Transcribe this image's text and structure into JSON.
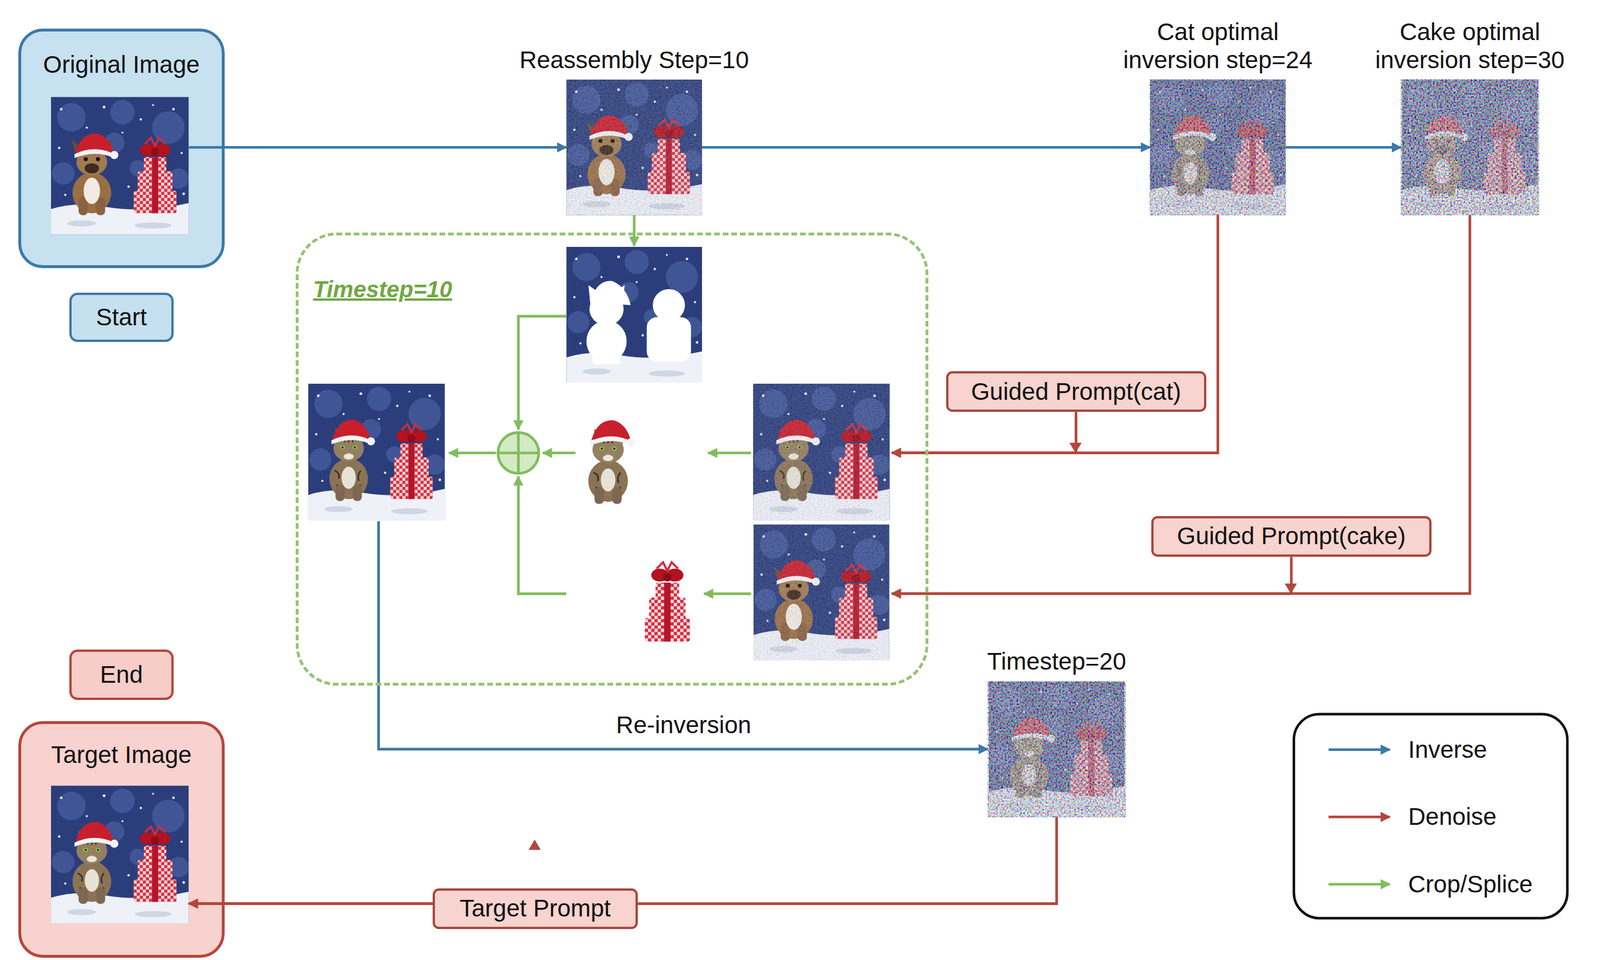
{
  "diagram": {
    "nodes": [
      {
        "text": [
          "Original Image"
        ]
      },
      {
        "text": [
          "Start"
        ]
      },
      {
        "text": [
          "Reassembly Step=10"
        ]
      },
      {
        "text": [
          "Cat optimal inversion step=24"
        ]
      },
      {
        "text": [
          "Cake optimal inversion step=30"
        ]
      },
      {
        "text": [
          "Timestep=10"
        ]
      },
      {
        "text": [
          "Guided Prompt(cat)"
        ]
      },
      {
        "text": [
          "Guided Prompt(cake)"
        ]
      },
      {
        "text": [
          "Timestep=20"
        ]
      },
      {
        "text": [
          "End"
        ]
      },
      {
        "text": [
          "Target Image"
        ]
      },
      {
        "text": [
          "Target Prompt"
        ]
      }
    ],
    "edges": [
      {
        "from": 0,
        "to": 2,
        "arrow": "to"
      },
      {
        "from": 2,
        "to": 3,
        "arrow": "to"
      },
      {
        "from": 3,
        "to": 4,
        "arrow": "to"
      },
      {
        "from": 2,
        "to": 5,
        "arrow": "to"
      },
      {
        "from": 3,
        "to": 5,
        "arrow": "to"
      },
      {
        "from": 6,
        "to": 5,
        "arrow": "to"
      },
      {
        "from": 4,
        "to": 5,
        "arrow": "to"
      },
      {
        "from": 7,
        "to": 5,
        "arrow": "to"
      },
      {
        "from": 5,
        "to": 8,
        "label": "Re-inversion",
        "arrow": "to"
      },
      {
        "from": 8,
        "to": 10,
        "arrow": "to"
      },
      {
        "from": 11,
        "to": 10,
        "arrow": "to"
      }
    ],
    "legend": [
      {
        "text": "Inverse"
      },
      {
        "text": "Denoise"
      },
      {
        "text": "Crop/Splice"
      }
    ]
  }
}
